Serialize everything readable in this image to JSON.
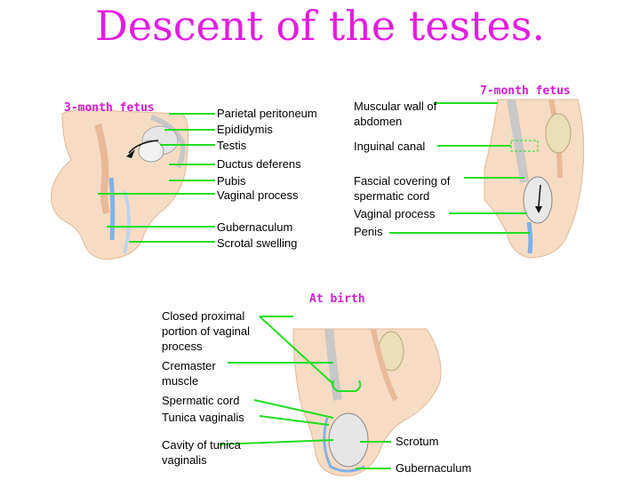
{
  "title": "Descent of the testes.",
  "colors": {
    "title": "#e21de0",
    "stage": "#d21ed2",
    "leader": "#22dd22",
    "skin": "#f7dcc4",
    "skin_dark": "#e9b998"
  },
  "stages": {
    "three_month": "3-month fetus",
    "seven_month": "7-month fetus",
    "at_birth": "At birth"
  },
  "labels": {
    "parietal_peritoneum": "Parietal peritoneum",
    "epididymis": "Epididymis",
    "testis": "Testis",
    "ductus_deferens": "Ductus deferens",
    "pubis": "Pubis",
    "vaginal_process": "Vaginal process",
    "gubernaculum": "Gubernaculum",
    "scrotal_swelling": "Scrotal swelling",
    "muscular_wall": "Muscular wall of abdomen",
    "inguinal_canal": "Inguinal canal",
    "fascial_covering": "Fascial covering of spermatic cord",
    "vaginal_process_2": "Vaginal process",
    "penis": "Penis",
    "closed_proximal": "Closed proximal portion of vaginal process",
    "cremaster": "Cremaster muscle",
    "spermatic_cord": "Spermatic cord",
    "tunica_vaginalis": "Tunica vaginalis",
    "cavity_tunica": "Cavity of tunica vaginalis",
    "scrotum": "Scrotum",
    "gubernaculum_2": "Gubernaculum"
  }
}
